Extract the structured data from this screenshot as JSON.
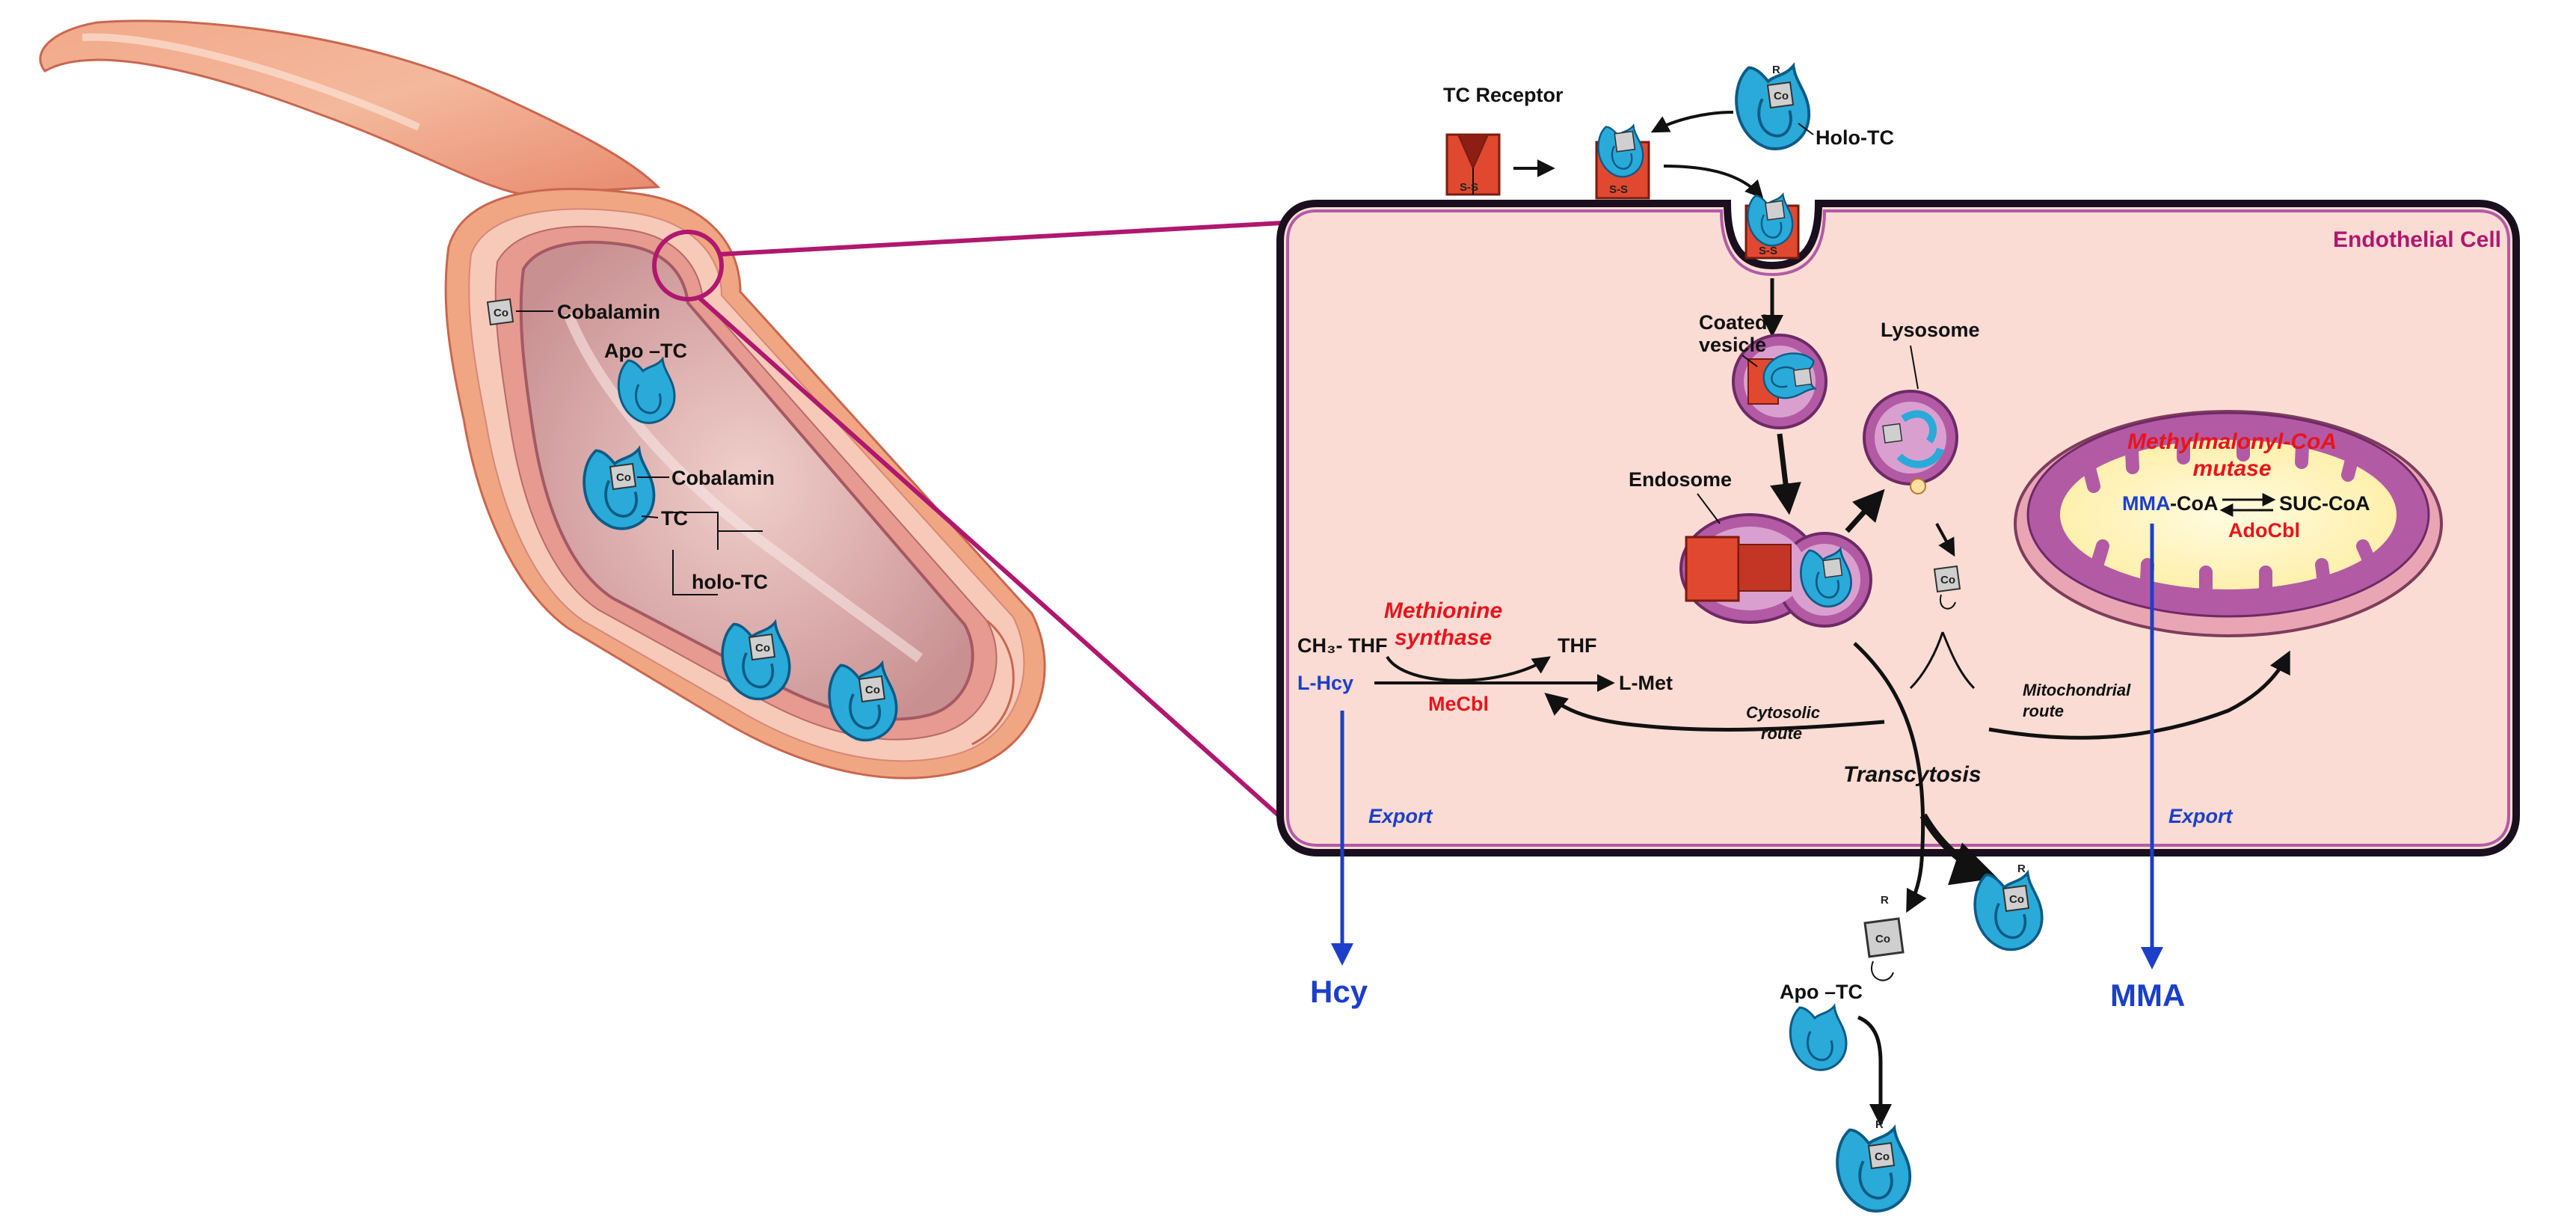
{
  "labels": {
    "vessel_cobalamin": "Cobalamin",
    "vessel_apo_tc": "Apo –TC",
    "vessel_cobalamin2": "Cobalamin",
    "vessel_tc": "TC",
    "vessel_holo_tc": "holo-TC",
    "tc_receptor": "TC Receptor",
    "holo_tc": "Holo-TC",
    "ss": "S-S",
    "endothelial_cell": "Endothelial Cell",
    "coated_vesicle_1": "Coated",
    "coated_vesicle_2": "vesicle",
    "lysosome": "Lysosome",
    "endosome": "Endosome",
    "mcm_1": "Methylmalonyl-CoA",
    "mcm_2": "mutase",
    "mma": "MMA",
    "mma_coa_suffix": "-CoA",
    "suc_coa": "SUC-CoA",
    "adocbl": "AdoCbl",
    "ch3_thf": "CH₃- THF",
    "ms_1": "Methionine",
    "ms_2": "synthase",
    "thf": "THF",
    "l_hcy": "L-Hcy",
    "l_met": "L-Met",
    "mecbl": "MeCbl",
    "cytosolic_1": "Cytosolic",
    "cytosolic_2": "route",
    "mito_1": "Mitochondrial",
    "mito_2": "route",
    "transcytosis": "Transcytosis",
    "export_left": "Export",
    "export_right": "Export",
    "hcy": "Hcy",
    "mma_out": "MMA",
    "apo_tc_bottom": "Apo –TC",
    "co": "Co",
    "r": "R"
  },
  "colors": {
    "cell_fill": "#fadcd4",
    "cell_border": "#1a0f1e",
    "zoom_line": "#b0176e",
    "tc_blue": "#2aaad8",
    "receptor_red": "#e0492f",
    "vesicle_purple": "#b35aa5",
    "mito_inner": "#fff7c7",
    "export_blue": "#1c3fc9",
    "enzyme_red": "#e8141b"
  }
}
